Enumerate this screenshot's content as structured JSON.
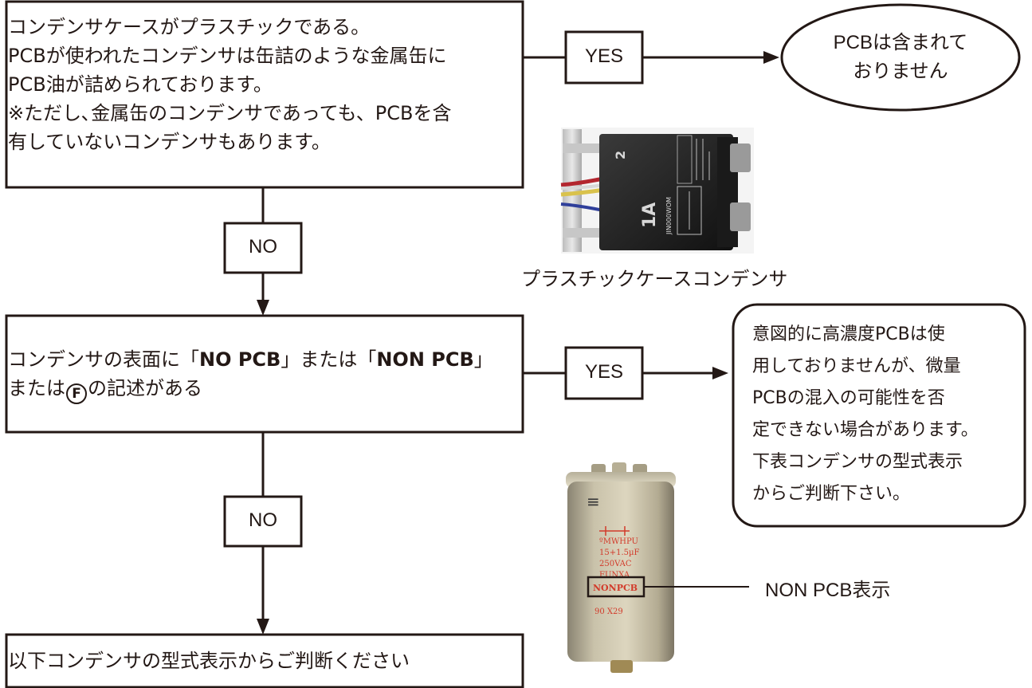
{
  "colors": {
    "stroke": "#231815",
    "text": "#231815",
    "background": "#ffffff",
    "capacitor_label_red": "#d23a2a"
  },
  "box1": {
    "lines": [
      "コンデンサケースがプラスチックである。",
      "PCBが使われたコンデンサは缶詰のような金属缶に",
      "PCB油が詰められております。",
      "※ただし､金属缶のコンデンサであっても、PCBを含",
      "有していないコンデンサもあります。"
    ]
  },
  "box2": {
    "line1_a": "コンデンサの表面に「",
    "line1_b": "NO PCB",
    "line1_c": "」または「",
    "line1_d": "NON PCB",
    "line1_e": "」",
    "line2_a": "または",
    "line2_mark": "F",
    "line2_b": "の記述がある"
  },
  "box3": {
    "text": "以下コンデンサの型式表示からご判断ください"
  },
  "yes1": "YES",
  "yes2": "YES",
  "no1": "NO",
  "no2": "NO",
  "oval": {
    "line1": "PCBは含まれて",
    "line2": "おりません"
  },
  "rounded_box": {
    "lines": [
      "意図的に高濃度PCBは使",
      "用しておりませんが、微量",
      "PCBの混入の可能性を否",
      "定できない場合があります。",
      "下表コンデンサの型式表示",
      "からご判断下さい。"
    ]
  },
  "photo1": {
    "caption": "プラスチックケースコンデンサ",
    "printed": [
      "2",
      "1A",
      "JIN000WOM"
    ]
  },
  "photo2": {
    "printed": [
      "≡",
      "ºMWHPU",
      "15+1.5µF",
      "250VAC",
      "FUNXA",
      "NONPCB",
      "90 X29"
    ],
    "callout": "NON PCB表示"
  }
}
